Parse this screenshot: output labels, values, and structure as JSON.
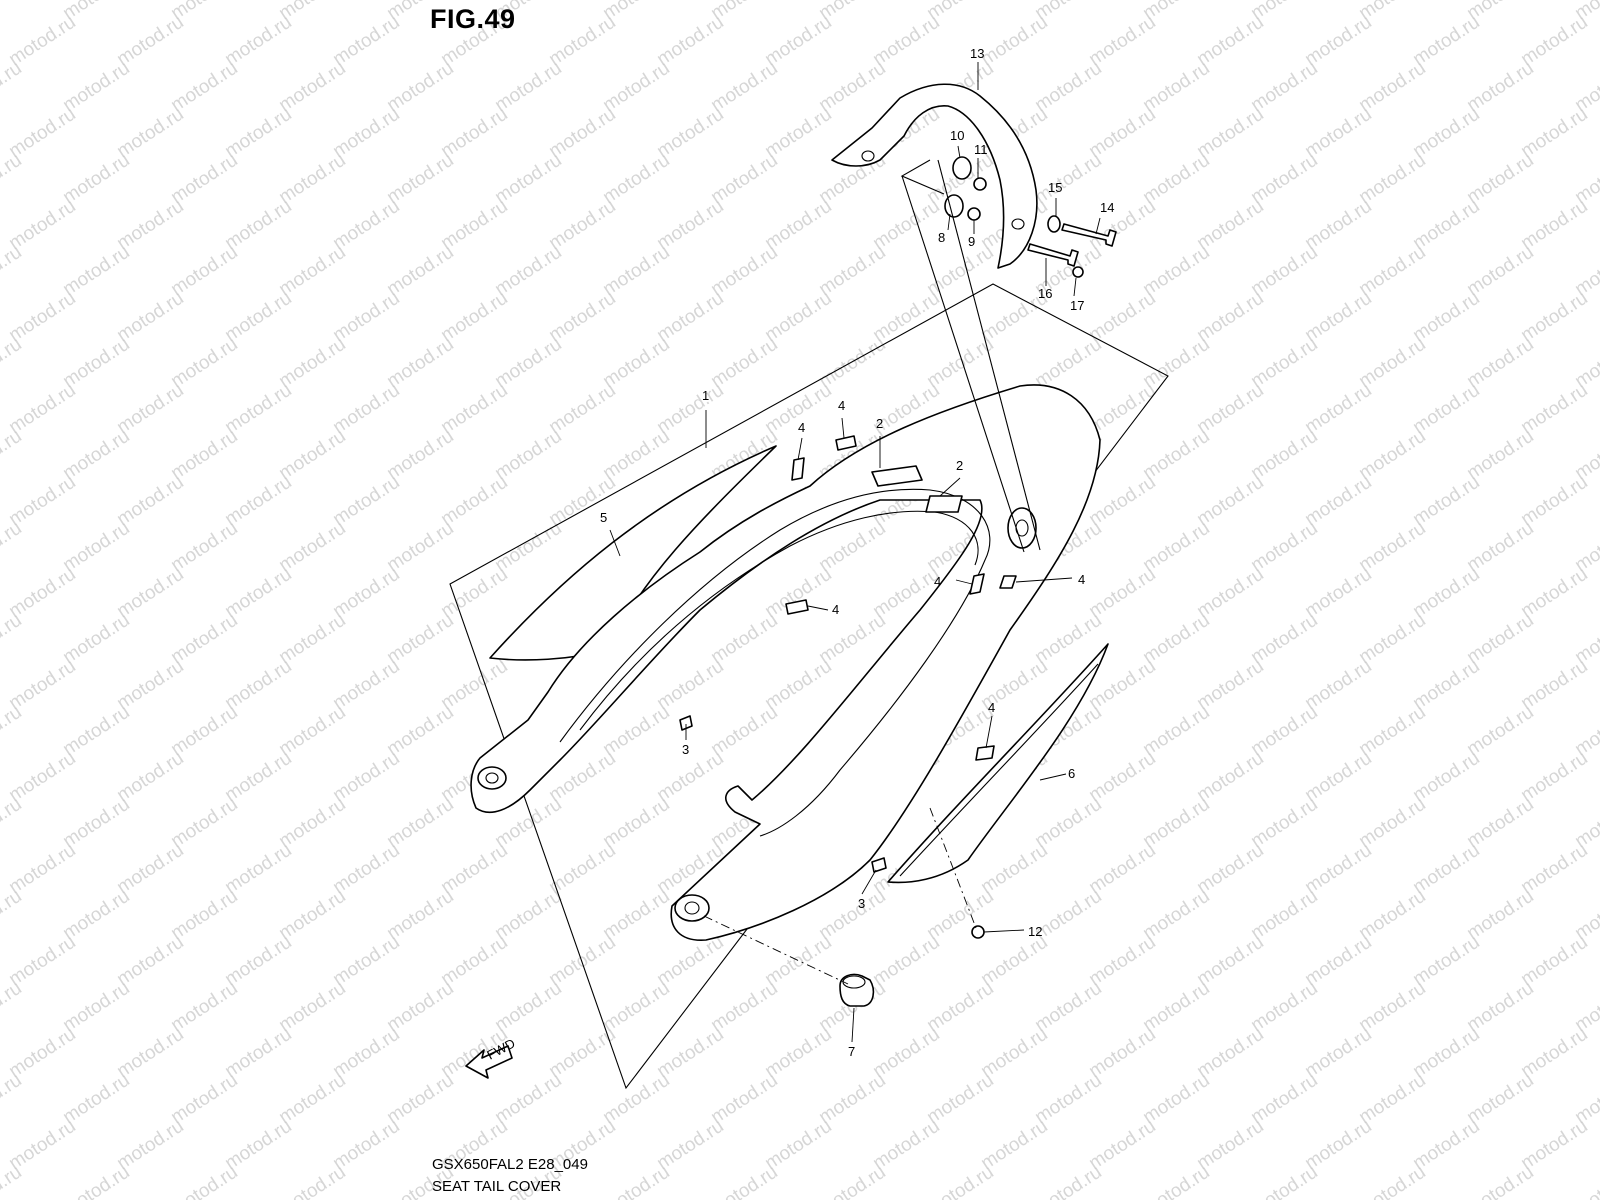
{
  "figure": {
    "title": "FIG.49",
    "model_code": "GSX650FAL2 E28_049",
    "caption": "SEAT TAIL COVER"
  },
  "watermark": {
    "text": "motod.ru"
  },
  "fwd_marker": {
    "label": "FWD"
  },
  "callouts": [
    {
      "id": "c1",
      "label": "1"
    },
    {
      "id": "c2a",
      "label": "2"
    },
    {
      "id": "c2b",
      "label": "2"
    },
    {
      "id": "c3a",
      "label": "3"
    },
    {
      "id": "c3b",
      "label": "3"
    },
    {
      "id": "c4a",
      "label": "4"
    },
    {
      "id": "c4b",
      "label": "4"
    },
    {
      "id": "c4c",
      "label": "4"
    },
    {
      "id": "c4d",
      "label": "4"
    },
    {
      "id": "c4e",
      "label": "4"
    },
    {
      "id": "c4f",
      "label": "4"
    },
    {
      "id": "c5",
      "label": "5"
    },
    {
      "id": "c6",
      "label": "6"
    },
    {
      "id": "c7",
      "label": "7"
    },
    {
      "id": "c8",
      "label": "8"
    },
    {
      "id": "c9",
      "label": "9"
    },
    {
      "id": "c10",
      "label": "10"
    },
    {
      "id": "c11",
      "label": "11"
    },
    {
      "id": "c12",
      "label": "12"
    },
    {
      "id": "c13",
      "label": "13"
    },
    {
      "id": "c14",
      "label": "14"
    },
    {
      "id": "c15",
      "label": "15"
    },
    {
      "id": "c16",
      "label": "16"
    },
    {
      "id": "c17",
      "label": "17"
    }
  ]
}
